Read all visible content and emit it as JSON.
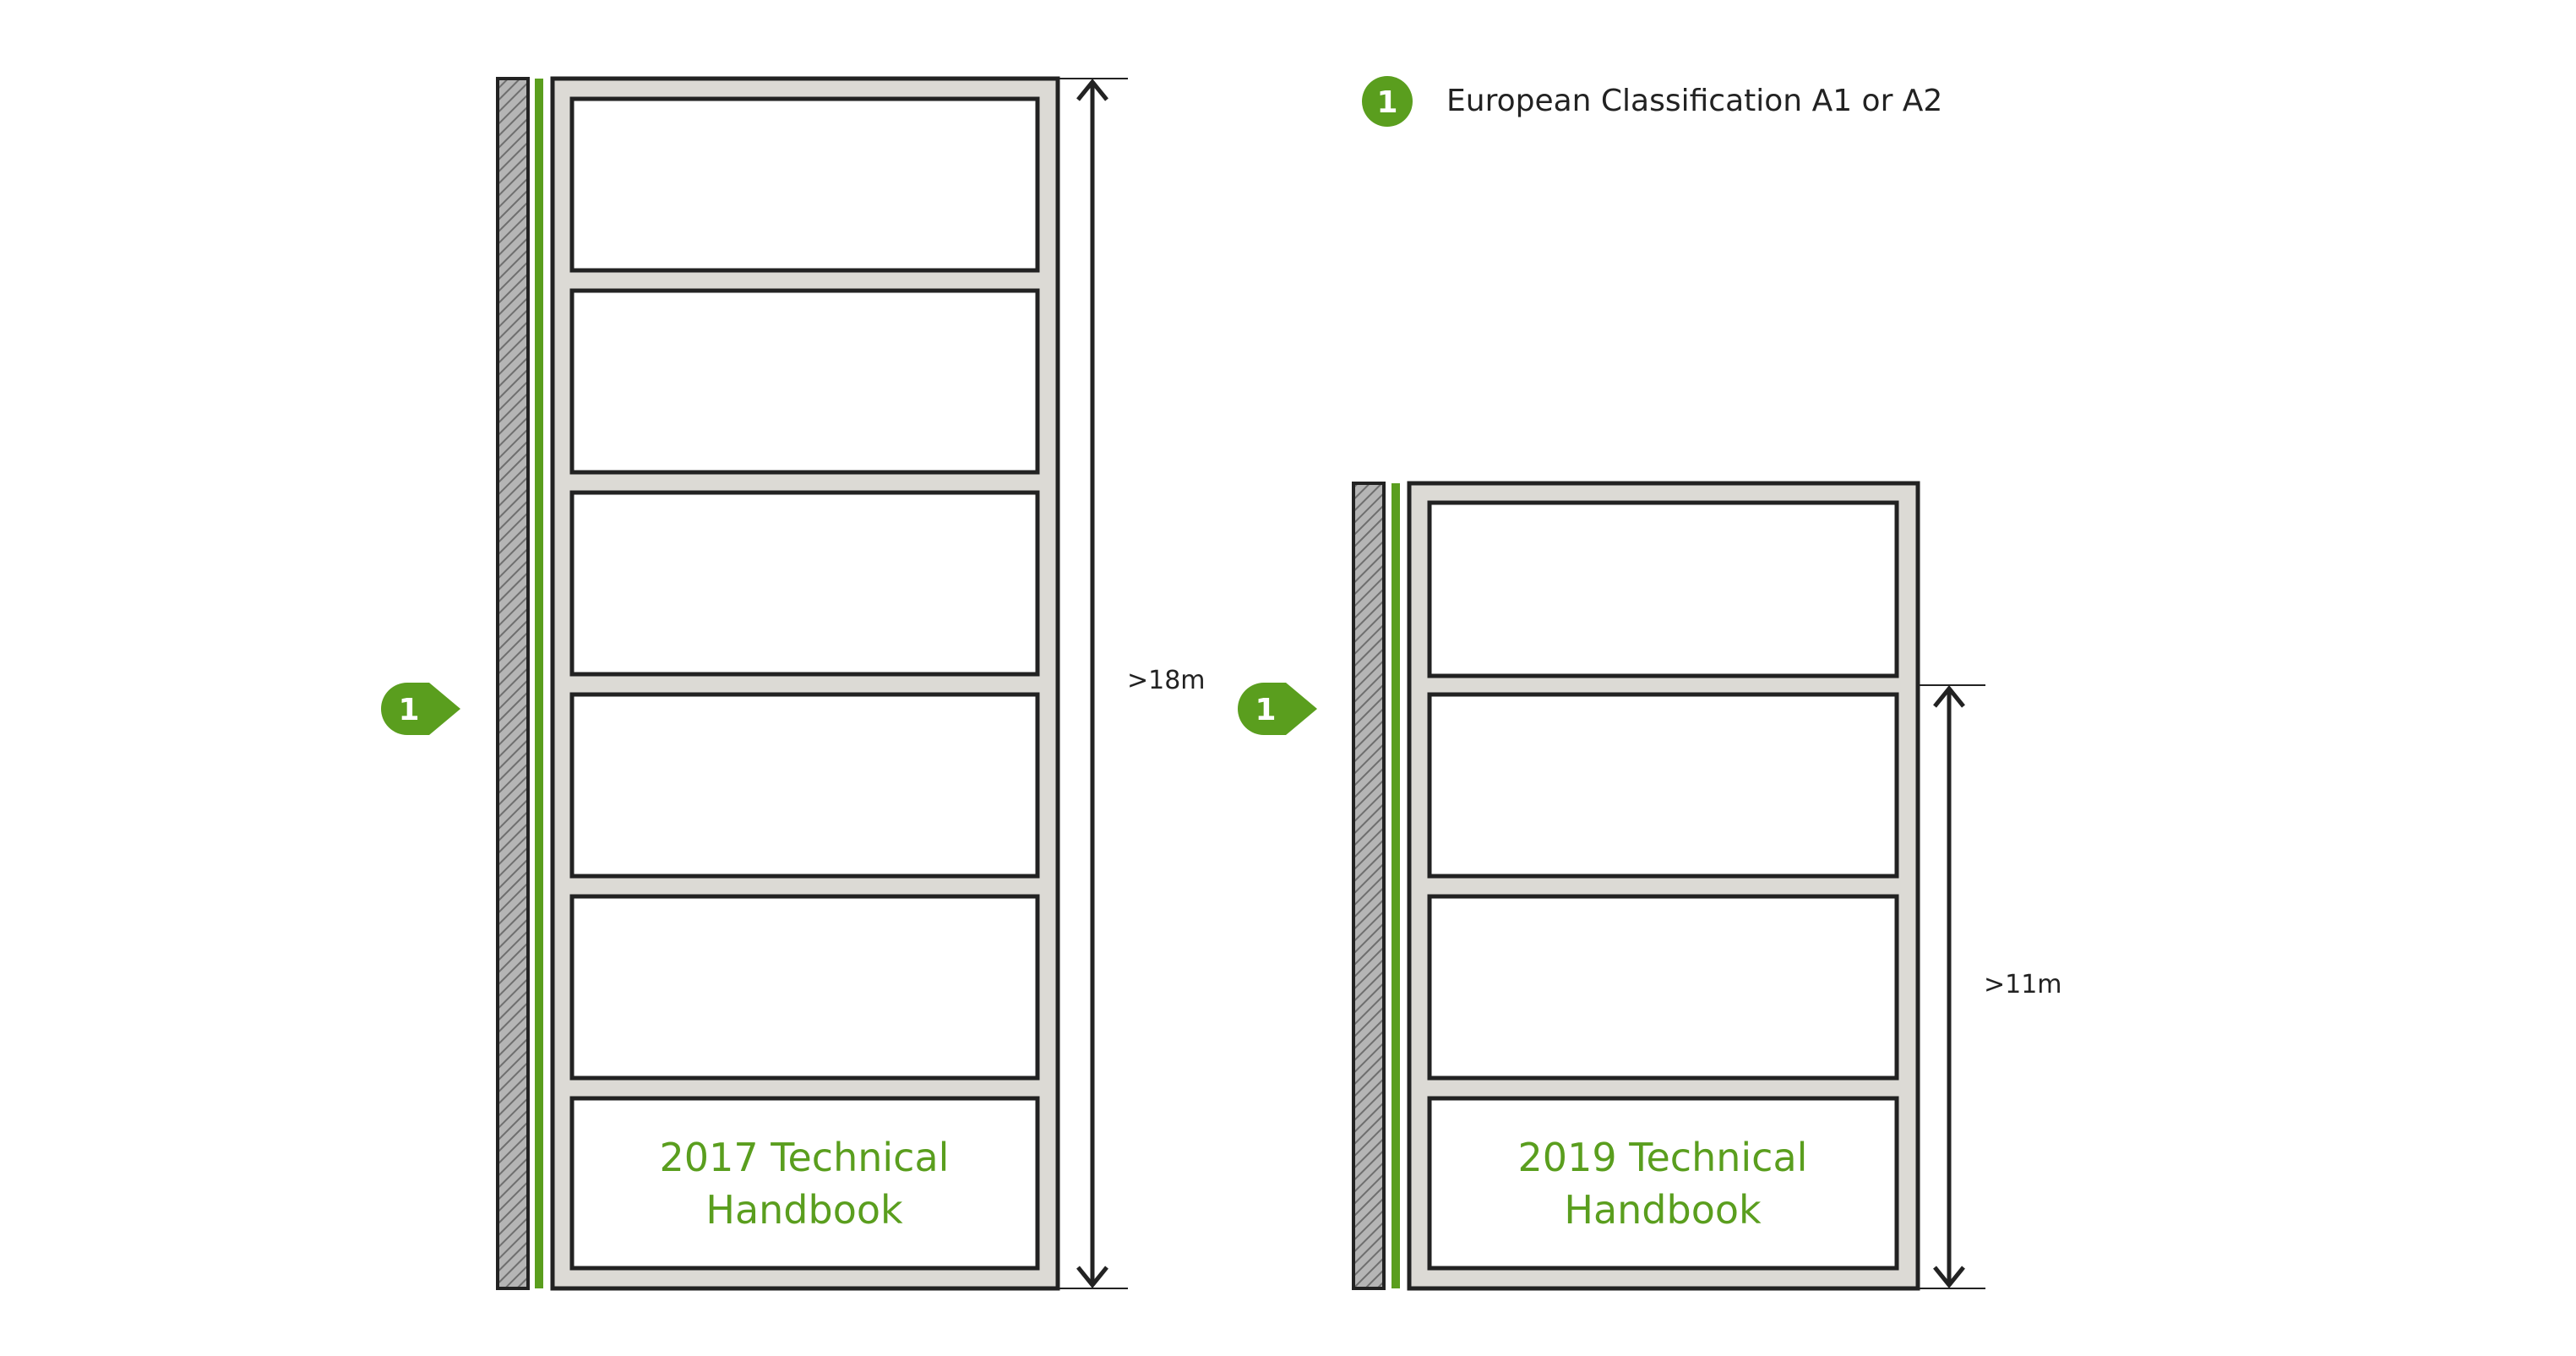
{
  "legend": {
    "marker_number": "1",
    "text": "European Classification A1 or A2"
  },
  "buildings": [
    {
      "marker_number": "1",
      "height_label": ">18m",
      "caption_line1": "2017 Technical",
      "caption_line2": "Handbook",
      "floors": 6
    },
    {
      "marker_number": "1",
      "height_label": ">11m",
      "caption_line1": "2019 Technical",
      "caption_line2": "Handbook",
      "floors": 4
    }
  ],
  "colors": {
    "accent_green": "#5a9e1e",
    "frame_fill": "#dcdad5",
    "outline": "#222222",
    "wall_hatch": "#9a9a9a"
  }
}
